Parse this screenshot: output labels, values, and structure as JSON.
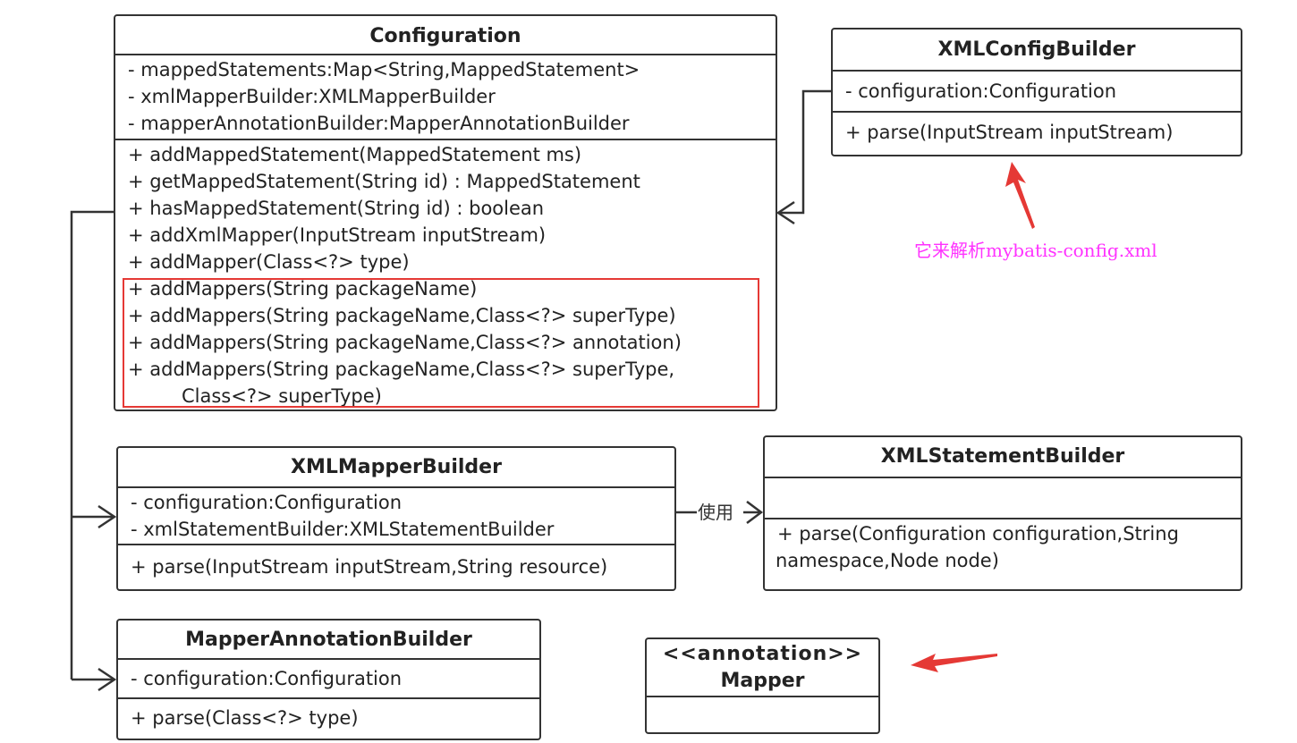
{
  "configuration": {
    "name": "Configuration",
    "attributes": [
      "- mappedStatements:Map<String,MappedStatement>",
      "- xmlMapperBuilder:XMLMapperBuilder",
      "- mapperAnnotationBuilder:MapperAnnotationBuilder"
    ],
    "methods": [
      "+ addMappedStatement(MappedStatement ms)",
      "+ getMappedStatement(String id) : MappedStatement",
      "+ hasMappedStatement(String id) : boolean",
      "+ addXmlMapper(InputStream inputStream)",
      "+ addMapper(Class<?> type)"
    ],
    "highlighted_methods": [
      "+ addMappers(String packageName)",
      "+ addMappers(String packageName,Class<?> superType)",
      "+ addMappers(String packageName,Class<?> annotation)",
      "+ addMappers(String packageName,Class<?> superType,",
      "Class<?> superType)"
    ]
  },
  "xml_config_builder": {
    "name": "XMLConfigBuilder",
    "attributes": [
      "- configuration:Configuration"
    ],
    "methods": [
      "+ parse(InputStream inputStream)"
    ]
  },
  "xml_mapper_builder": {
    "name": "XMLMapperBuilder",
    "attributes": [
      "- configuration:Configuration",
      "- xmlStatementBuilder:XMLStatementBuilder"
    ],
    "methods": [
      "+ parse(InputStream inputStream,String resource)"
    ]
  },
  "xml_statement_builder": {
    "name": "XMLStatementBuilder",
    "methods": [
      "+ parse(Configuration configuration,String",
      "namespace,Node node)"
    ]
  },
  "mapper_annotation_builder": {
    "name": "MapperAnnotationBuilder",
    "attributes": [
      "- configuration:Configuration"
    ],
    "methods": [
      "+ parse(Class<?> type)"
    ]
  },
  "mapper_annotation": {
    "stereotype": "<<annotation>>",
    "name": "Mapper"
  },
  "labels": {
    "uses": "使用",
    "config_note": "它来解析mybatis-config.xml"
  },
  "colors": {
    "highlight_border": "#e53935",
    "annotation_arrow": "#e53935",
    "note_text": "#ff33ff"
  }
}
